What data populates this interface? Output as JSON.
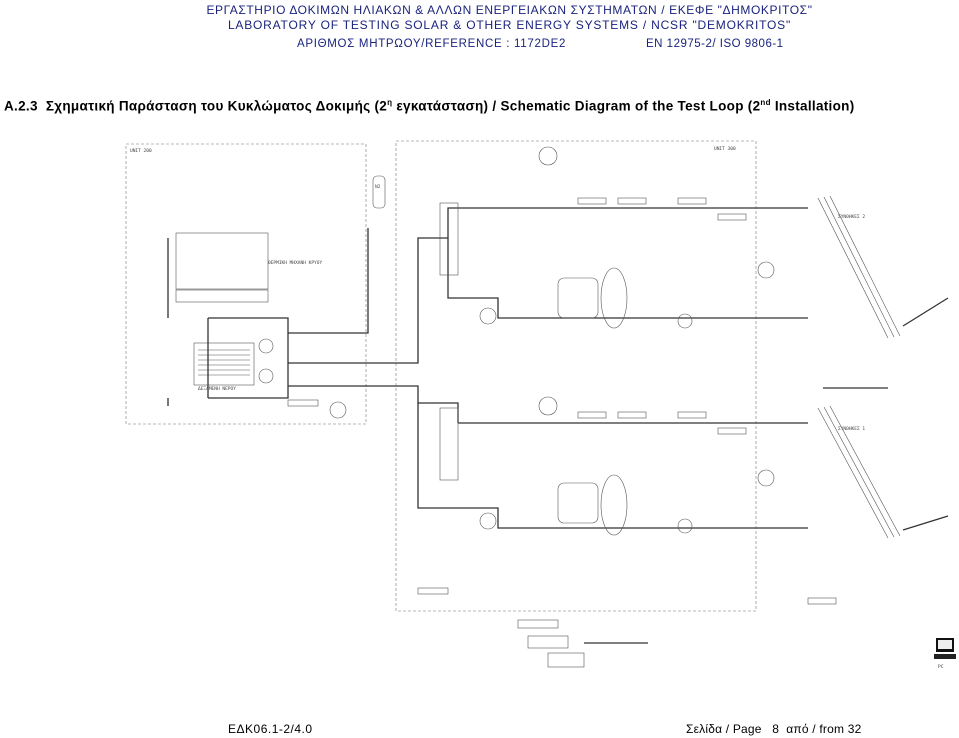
{
  "header": {
    "line1": "ΕΡΓΑΣΤΗΡΙΟ ΔΟΚΙΜΩΝ ΗΛΙΑΚΩΝ & ΑΛΛΩΝ ΕΝΕΡΓΕΙΑΚΩΝ ΣΥΣΤΗΜΑΤΩΝ / ΕΚΕΦΕ \"ΔΗΜΟΚΡΙΤΟΣ\"",
    "line2": "LABORATORY OF TESTING SOLAR & OTHER ENERGY SYSTEMS / NCSR \"DEMOKRITOS\"",
    "reference": "ΑΡΙΘΜΟΣ ΜΗΤΡΩΟΥ/REFERENCE : 1172DE2",
    "standard": "EN 12975-2/ ISO 9806-1"
  },
  "section": {
    "number": "A.2.3",
    "title_pre": "Σχηματική Παράσταση του Κυκλώματος Δοκιμής (2",
    "sup_gr": "η",
    "title_mid": " εγκατάσταση) / Schematic Diagram of the Test Loop (2",
    "sup_en": "nd",
    "title_post": " Installation)"
  },
  "diagram_labels": {
    "unit_left": "UNIT 200",
    "unit_right": "UNIT 300",
    "n2": "N2",
    "storage": "ΔΕΞΑΜΕΝΗ ΝΕΡΟΥ",
    "heat_exchanger": "ΘΕΡΜΙΚΗ ΜΗΧΑΝΗ ΚΡΥΟΥ",
    "circuit_upper": "ΣΥΝΘΗΚΕΣ 2",
    "circuit_lower": "ΣΥΝΘΗΚΕΣ 1",
    "pc_label": "PC"
  },
  "footer": {
    "doc_code": "ΕΔΚ06.1-2/4.0",
    "page_label": "Σελίδα / Page",
    "page_num": "8",
    "from_label": "από / from",
    "page_total": "32"
  }
}
